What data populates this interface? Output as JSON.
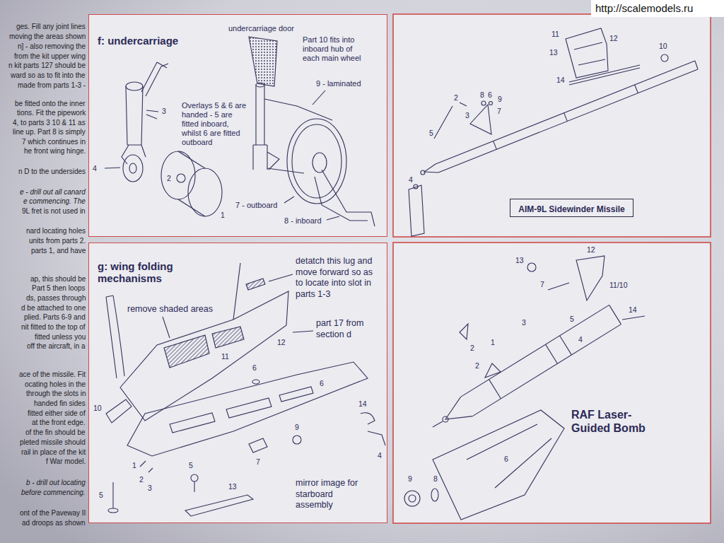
{
  "diagram": {
    "nodes": [
      {
        "text": [
          "f: undercarriage"
        ]
      },
      {
        "text": [
          "g: wing folding mechanisms"
        ]
      },
      {
        "text": [
          "AIM-9L Sidewinder Missile"
        ]
      }
    ],
    "labels": [
      "http://scalemodels.ru",
      "ges. Fill any joint lines",
      "moving the areas shown",
      "n] - also removing the",
      "from the kit upper wing",
      "n kit parts 127 should be",
      "ward so as to fit into the",
      "made from parts 1-3 -",
      "be fitted onto the inner",
      "tions. Fit the pipework",
      "4, to parts 3 10 & 11 as",
      "line up. Part 8 is simply",
      "7 which continues in",
      "he front wing hinge.",
      "n D to the undersides",
      "e - drill out all canard",
      "e commencing. The",
      "9L fret is not used in",
      "nard locating holes",
      "units from parts 2.",
      "parts 1, and have",
      "ap, this should be",
      "Part 5 then loops",
      "ds, passes through",
      "d be attached to one",
      "plied. Parts 6-9 and",
      "nit fitted to the top of",
      "fitted unless you",
      "off the aircraft, in a",
      "ace of the missile. Fit",
      "ocating holes in the",
      "through the slots in",
      "handed fin sides",
      "fitted either side of",
      "at the front edge.",
      "of the fin should be",
      "pleted missile should",
      "rail in place of the kit",
      "f War model.",
      "b - drill out locating",
      "before commencing.",
      "ont of the Paveway II",
      "ad droops as shown",
      "undercarriage door",
      "Part 10 fits into inboard hub of each main wheel",
      "9 - laminated",
      "Overlays 5 & 6 are handed - 5 are fitted inboard, whilst 6 are fitted outboard",
      "7 - outboard",
      "8 - inboard",
      "3",
      "4",
      "2",
      "1",
      "11",
      "12",
      "13",
      "10",
      "14",
      "2",
      "8",
      "6",
      "9",
      "7",
      "3",
      "5",
      "4",
      "remove shaded areas",
      "detatch this lug and move forward so as to locate into slot in parts 1-3",
      "part 17 from section d",
      "mirror image for starboard assembly",
      "11",
      "12",
      "6",
      "6",
      "14",
      "9",
      "7",
      "4",
      "5",
      "1",
      "2",
      "3",
      "5",
      "13",
      "10",
      "12",
      "13",
      "11/10",
      "7",
      "14",
      "3",
      "5",
      "4",
      "1",
      "2",
      "2",
      "6",
      "8",
      "9",
      "RAF Laser-Guided Bomb"
    ]
  }
}
